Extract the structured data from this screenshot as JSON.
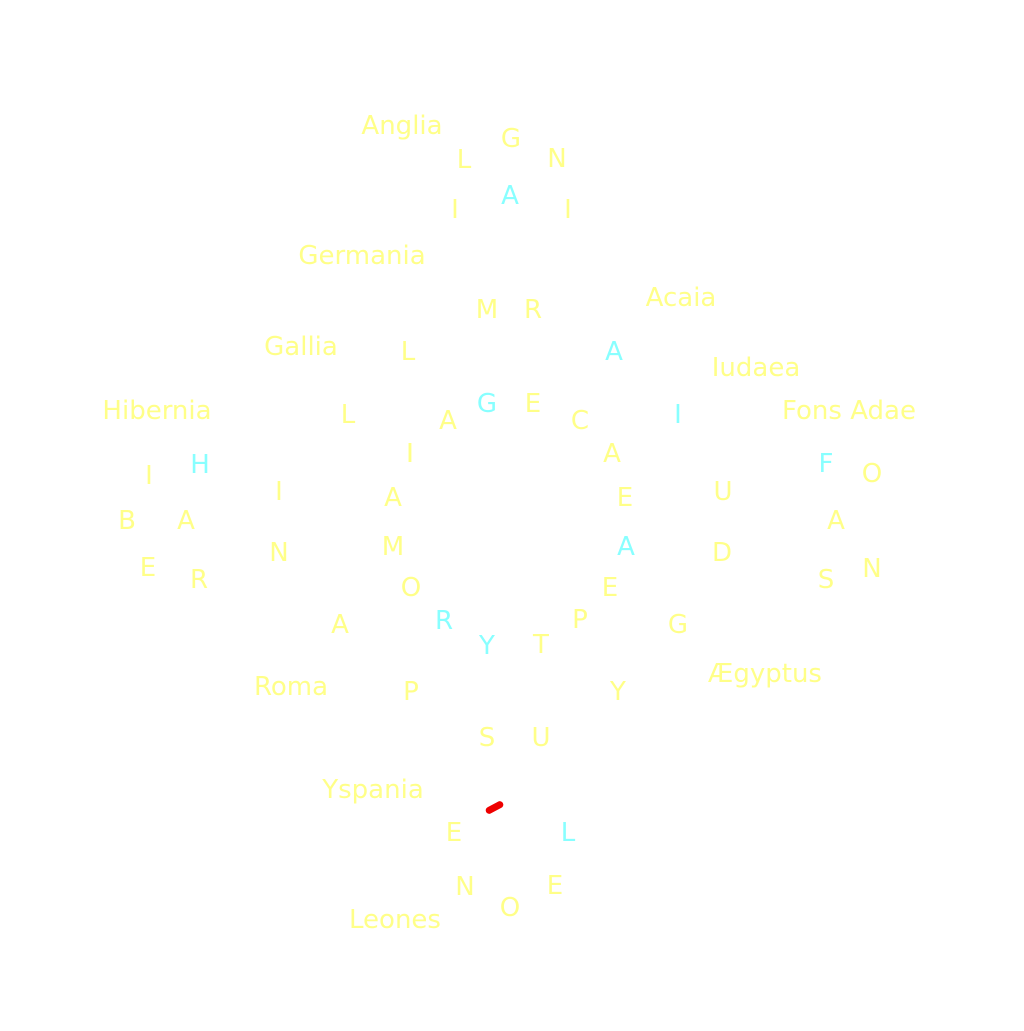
{
  "colors": {
    "background": "#ffffff",
    "yellow": "#ffff88",
    "cyan": "#88ffff",
    "marker": "#ee0000"
  },
  "regions": [
    {
      "name": "Anglia",
      "letters": [
        {
          "char": "G",
          "color": "yellow"
        },
        {
          "char": "L",
          "color": "yellow"
        },
        {
          "char": "N",
          "color": "yellow"
        },
        {
          "char": "A",
          "color": "cyan"
        },
        {
          "char": "I",
          "color": "yellow"
        },
        {
          "char": "I",
          "color": "yellow"
        }
      ]
    },
    {
      "name": "Germania",
      "letters": [
        {
          "char": "M",
          "color": "yellow"
        },
        {
          "char": "R",
          "color": "yellow"
        },
        {
          "char": "G",
          "color": "cyan"
        },
        {
          "char": "E",
          "color": "yellow"
        },
        {
          "char": "A",
          "color": "yellow"
        },
        {
          "char": "I",
          "color": "yellow"
        },
        {
          "char": "A",
          "color": "yellow"
        },
        {
          "char": "N",
          "color": "yellow"
        }
      ]
    },
    {
      "name": "Acaia",
      "letters": [
        {
          "char": "A",
          "color": "cyan"
        },
        {
          "char": "C",
          "color": "yellow"
        },
        {
          "char": "A",
          "color": "yellow"
        },
        {
          "char": "E",
          "color": "yellow"
        },
        {
          "char": "A",
          "color": "cyan"
        }
      ]
    },
    {
      "name": "Gallia",
      "letters": [
        {
          "char": "L",
          "color": "yellow"
        },
        {
          "char": "L",
          "color": "yellow"
        },
        {
          "char": "I",
          "color": "yellow"
        }
      ]
    },
    {
      "name": "Iudaea",
      "letters": [
        {
          "char": "I",
          "color": "cyan"
        },
        {
          "char": "U",
          "color": "yellow"
        },
        {
          "char": "D",
          "color": "yellow"
        }
      ]
    },
    {
      "name": "Hibernia",
      "letters": [
        {
          "char": "I",
          "color": "yellow"
        },
        {
          "char": "H",
          "color": "cyan"
        },
        {
          "char": "B",
          "color": "yellow"
        },
        {
          "char": "A",
          "color": "yellow"
        },
        {
          "char": "E",
          "color": "yellow"
        },
        {
          "char": "R",
          "color": "yellow"
        }
      ]
    },
    {
      "name": "Fons Adae",
      "letters": [
        {
          "char": "F",
          "color": "cyan"
        },
        {
          "char": "O",
          "color": "yellow"
        },
        {
          "char": "A",
          "color": "yellow"
        },
        {
          "char": "S",
          "color": "yellow"
        },
        {
          "char": "N",
          "color": "yellow"
        }
      ]
    },
    {
      "name": "Roma",
      "letters": [
        {
          "char": "I",
          "color": "yellow"
        },
        {
          "char": "M",
          "color": "yellow"
        },
        {
          "char": "O",
          "color": "yellow"
        },
        {
          "char": "R",
          "color": "cyan"
        },
        {
          "char": "A",
          "color": "yellow"
        }
      ]
    },
    {
      "name": "Ægyptus",
      "letters": [
        {
          "char": "E",
          "color": "yellow"
        },
        {
          "char": "P",
          "color": "yellow"
        },
        {
          "char": "G",
          "color": "yellow"
        },
        {
          "char": "T",
          "color": "yellow"
        },
        {
          "char": "Y",
          "color": "yellow"
        }
      ]
    },
    {
      "name": "Yspania",
      "letters": [
        {
          "char": "Y",
          "color": "cyan"
        },
        {
          "char": "P",
          "color": "yellow"
        },
        {
          "char": "S",
          "color": "yellow"
        },
        {
          "char": "U",
          "color": "yellow"
        }
      ]
    },
    {
      "name": "Leones",
      "letters": [
        {
          "char": "E",
          "color": "yellow"
        },
        {
          "char": "L",
          "color": "cyan"
        },
        {
          "char": "N",
          "color": "yellow"
        },
        {
          "char": "E",
          "color": "yellow"
        },
        {
          "char": "O",
          "color": "yellow"
        }
      ]
    }
  ]
}
